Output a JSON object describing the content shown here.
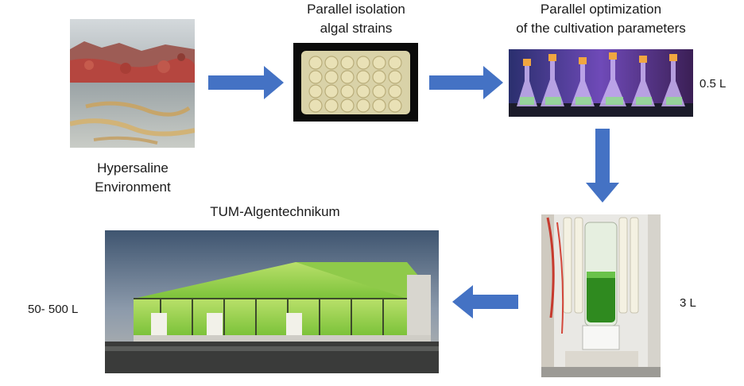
{
  "labels": {
    "environment_line1": "Hypersaline",
    "environment_line2": "Environment",
    "isolation_line1": "Parallel isolation",
    "isolation_line2": "algal strains",
    "optimization_line1": "Parallel optimization",
    "optimization_line2": "of the cultivation parameters",
    "facility": "TUM-Algentechnikum"
  },
  "volumes": {
    "flasks": "0.5 L",
    "reactor": "3 L",
    "greenhouse": "50- 500 L"
  },
  "colors": {
    "arrow": "#4472c4",
    "algae_green": "#7ec850",
    "text": "#1a1a1a"
  }
}
